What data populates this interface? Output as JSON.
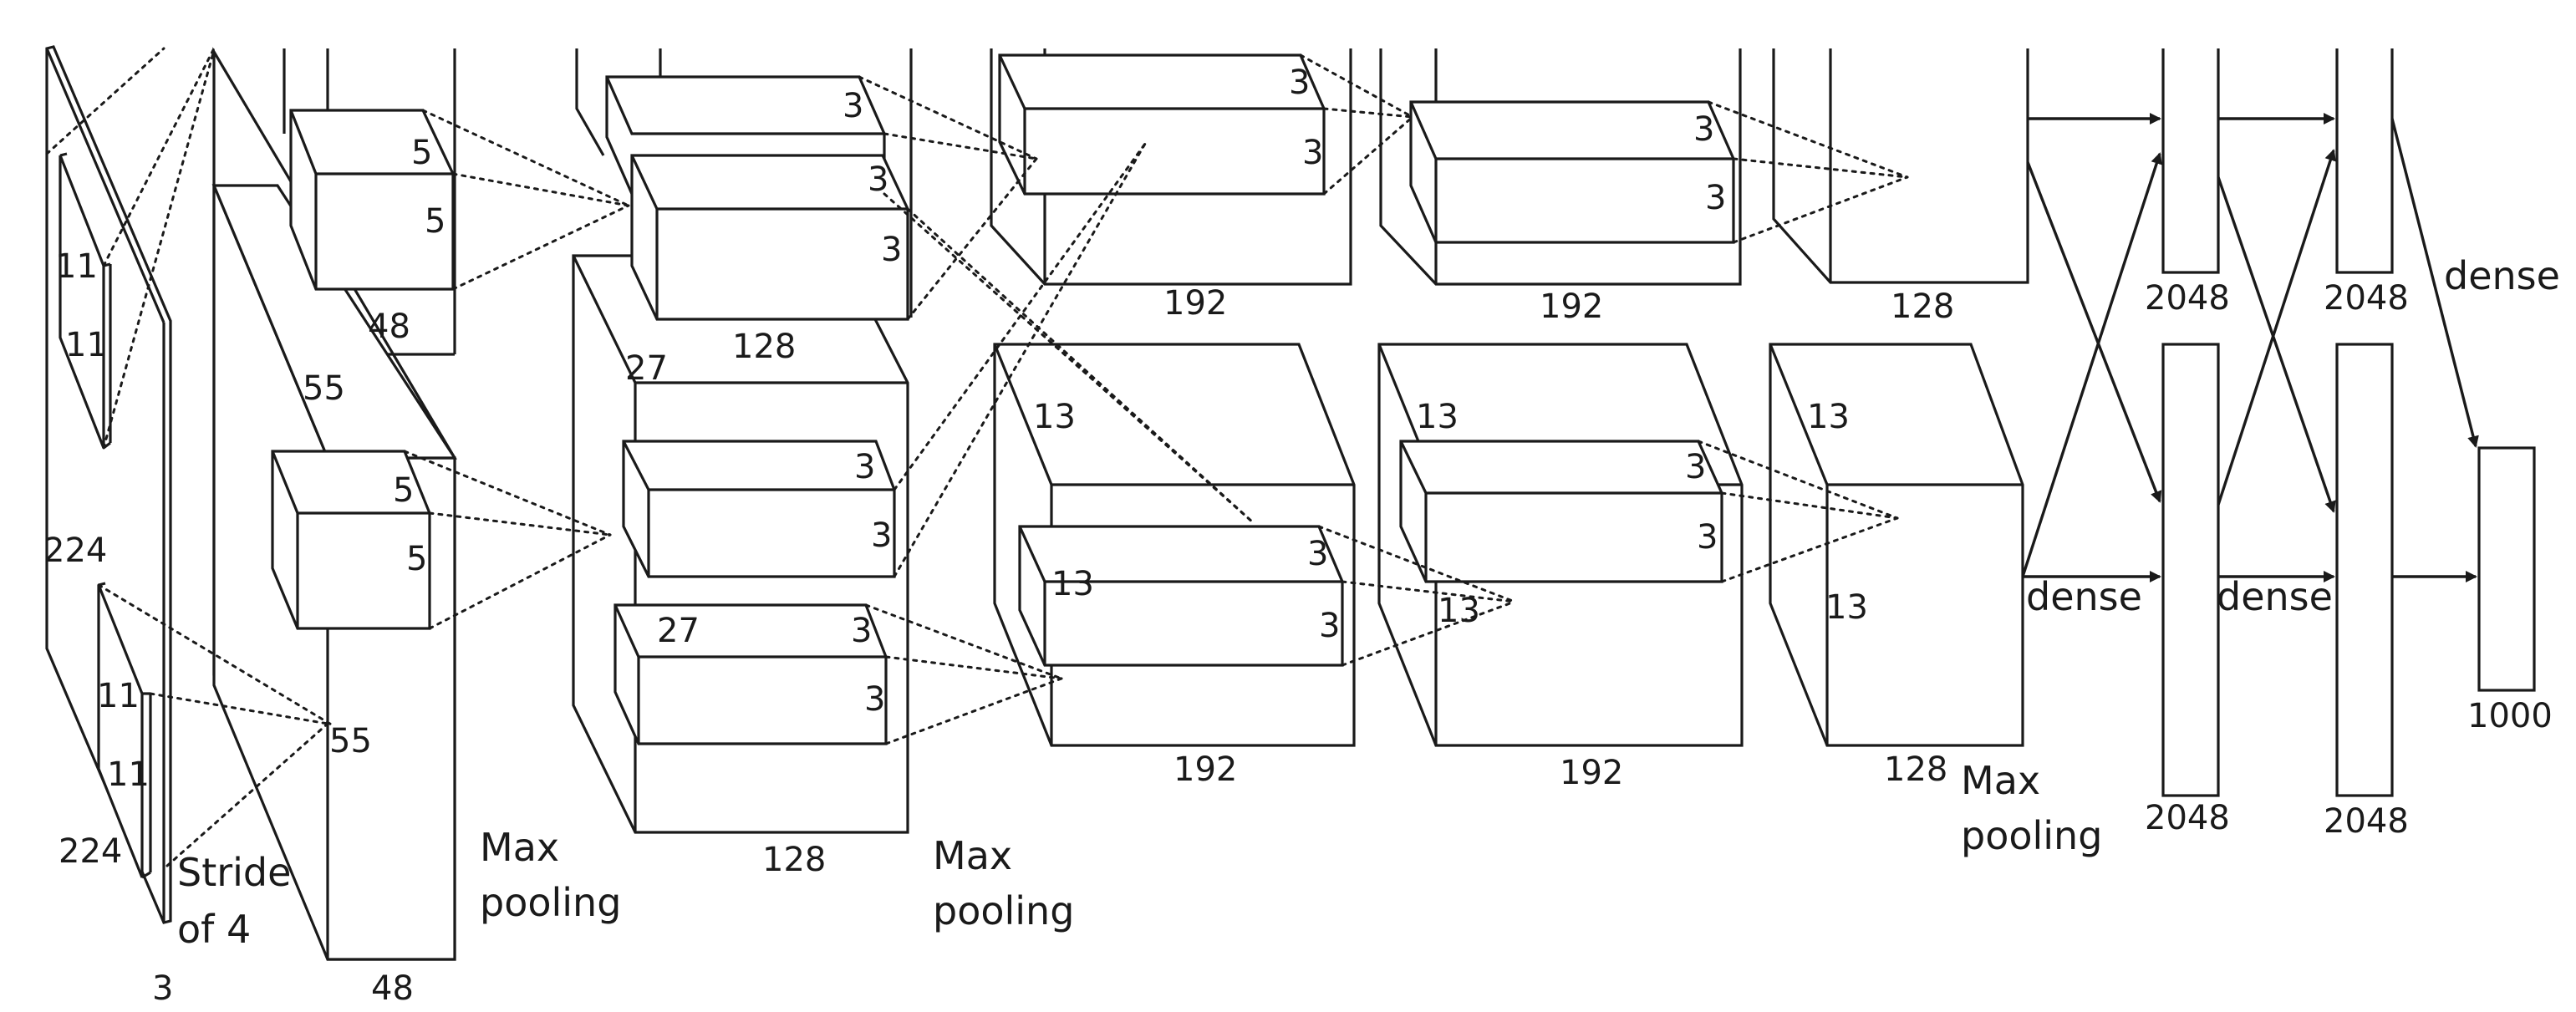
{
  "labels": {
    "input_width": "224",
    "input_height": "224",
    "input_depth": "3",
    "kernel1_w": "11",
    "kernel1_h": "11",
    "kernel1b_w": "11",
    "kernel1b_h": "11",
    "stride": "Stride\nof 4",
    "l1_size": "55",
    "l1b_size": "55",
    "l1_depth_top": "48",
    "l1_depth_bottom": "48",
    "k2_a": "5",
    "k2_b": "5",
    "k2c_a": "5",
    "k2c_b": "5",
    "maxpool1": "Max\npooling",
    "l2_size": "27",
    "l2b_size": "27",
    "l2_depth_top": "128",
    "l2_depth_bottom": "128",
    "k3": [
      "3",
      "3",
      "3",
      "3",
      "3",
      "3",
      "3"
    ],
    "maxpool2": "Max\npooling",
    "l3_depth_top": "192",
    "l3_depth_bottom": "192",
    "l3_size": "13",
    "l3b_size": "13",
    "k4": [
      "3",
      "3",
      "3",
      "3",
      "3",
      "3"
    ],
    "l4_depth_top": "192",
    "l4_depth_bottom": "192",
    "l4_size": "13",
    "l4b_size": "13",
    "l5_depth_top": "128",
    "l5_depth_bottom": "128",
    "l5_size": "13",
    "l5b_size": "13",
    "maxpool3": "Max\npooling",
    "fc1_top": "2048",
    "fc1_bottom": "2048",
    "fc2_top": "2048",
    "fc2_bottom": "2048",
    "fc3": "1000",
    "dense1": "dense",
    "dense2": "dense",
    "dense3": "dense"
  },
  "colors": {
    "line": "#1a1a1a",
    "background": "#ffffff"
  }
}
